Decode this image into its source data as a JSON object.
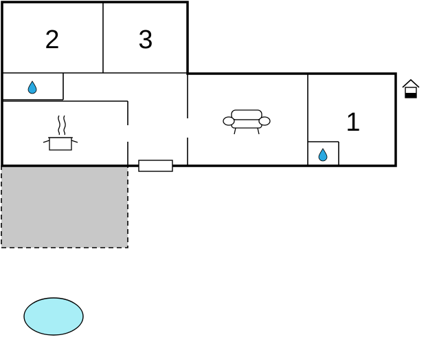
{
  "floorplan": {
    "rooms": [
      {
        "id": "bedroom-2",
        "label": "2"
      },
      {
        "id": "bedroom-3",
        "label": "3"
      },
      {
        "id": "bedroom-1",
        "label": "1"
      }
    ],
    "icons": {
      "bathroom_a": "water-drop-icon",
      "bathroom_b": "water-drop-icon",
      "kitchen": "cooking-pot-icon",
      "living": "sofa-icon",
      "entrance": "house-entrance-icon",
      "pool": "pool-icon"
    },
    "colors": {
      "walls": "#000000",
      "terrace": "#c8c8c8",
      "water_drop": "#29a8e0",
      "pool": "#a8eef6"
    }
  }
}
